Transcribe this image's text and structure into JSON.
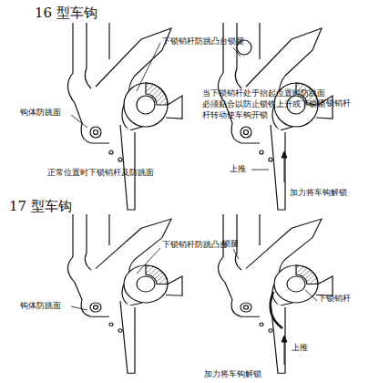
{
  "diagram": {
    "labels": [
      "16 型车钩",
      "下锁销杆防跳凸台",
      "锁腿",
      "钩体防跳面",
      "下锁销杆",
      "正常位置时下锁销杆及防跳面",
      "上推",
      "当下锁销杆处于抬起位置时防跳面必须贴合以防止锁铁上升或下锁销杆转动使车钩开锁",
      "加力将车钩解锁",
      "17 型车钩",
      "锁腿",
      "下锁销杆防跳凸台",
      "下锁销杆",
      "钩体防跳面",
      "上推",
      "加力将车钩解锁"
    ]
  }
}
